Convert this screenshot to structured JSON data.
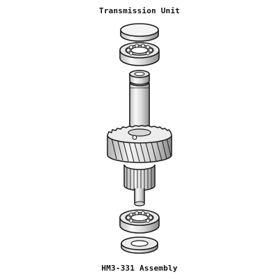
{
  "diagram": {
    "title": "Transmission Unit",
    "subtitle": "HM3-331 Assembly",
    "colors": {
      "outline": "#1a1a1a",
      "metal_light": "#f2f2f2",
      "metal_mid": "#cfcfcf",
      "metal_dark": "#8e8e8e"
    },
    "parts": [
      "cap",
      "upper-bearing",
      "gear-shaft",
      "lower-bearing",
      "washer"
    ]
  }
}
